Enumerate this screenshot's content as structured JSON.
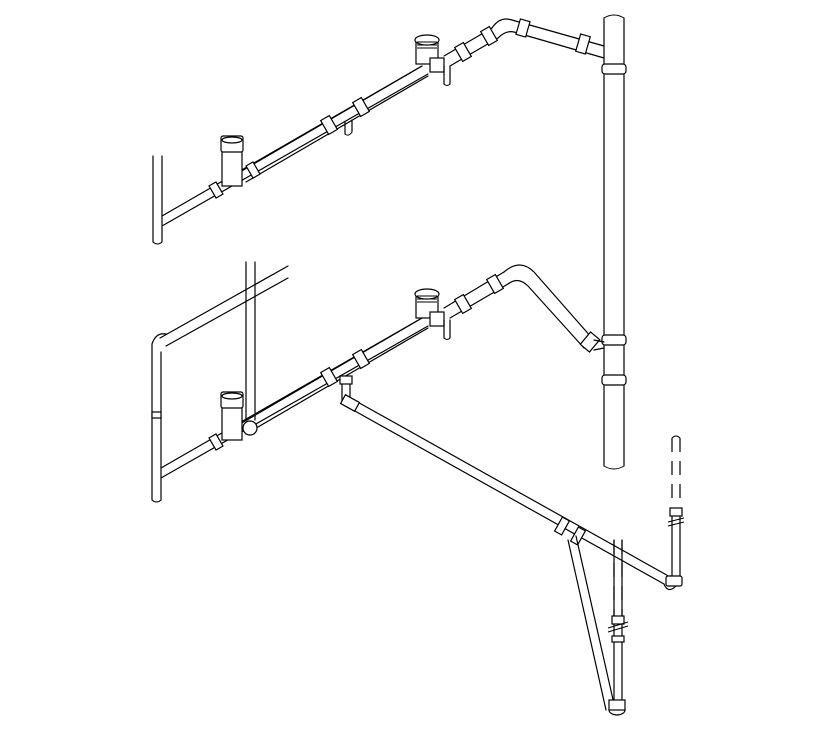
{
  "drawing": {
    "kind": "isometric plumbing drainage riser diagram",
    "line_color": "#000000",
    "background": "#ffffff",
    "components": [
      "vertical-stack",
      "upper-branch",
      "lower-branch",
      "cleanout-icon",
      "tee-fitting",
      "elbow-fitting",
      "break-symbol"
    ]
  }
}
